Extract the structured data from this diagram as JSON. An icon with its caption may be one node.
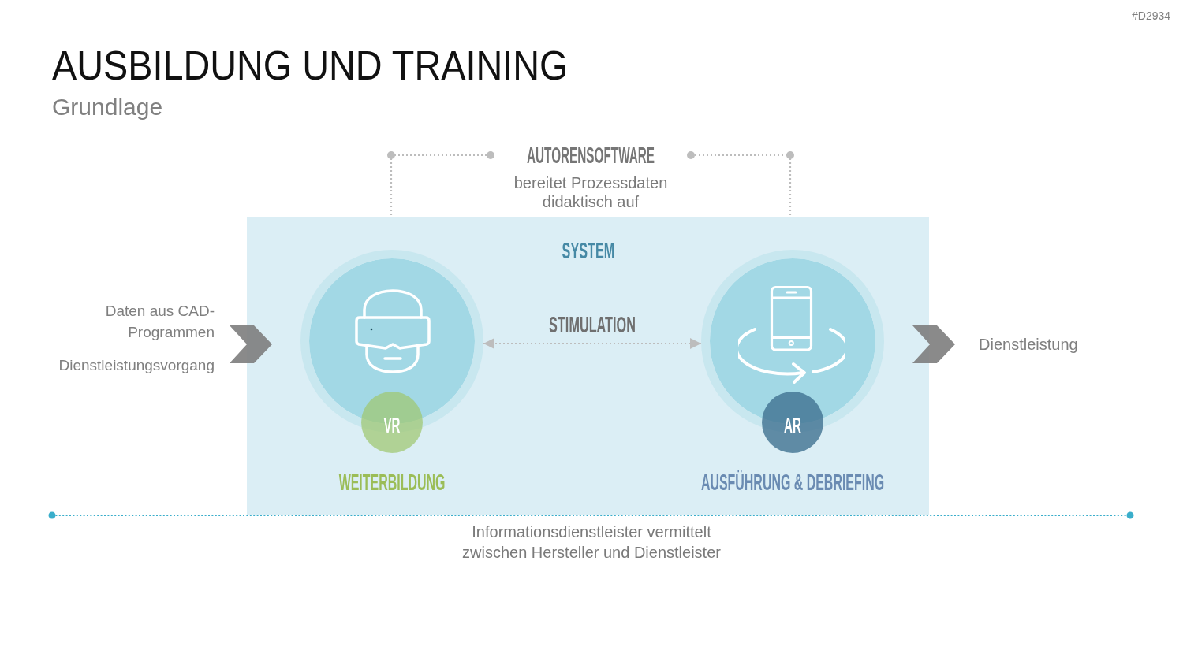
{
  "diagram": {
    "title": "AUSBILDUNG UND TRAINING",
    "nodes": [
      {
        "text": [
          "AUTORENSOFTWARE",
          "bereitet Prozessdaten didaktisch auf"
        ]
      },
      {
        "text": [
          "Daten aus CAD-Programmen",
          "Dienstleistungsvorgang"
        ]
      },
      {
        "text": [
          "SYSTEM"
        ]
      },
      {
        "text": [],
        "shape": "circle",
        "in": 2
      },
      {
        "text": [
          "VR"
        ],
        "in": 2,
        "beside": [
          "WEITERBILDUNG"
        ]
      },
      {
        "text": [],
        "shape": "circle",
        "in": 2
      },
      {
        "text": [
          "AR"
        ],
        "in": 2,
        "beside": [
          "AUSFÜHRUNG & DEBRIEFING"
        ]
      },
      {
        "text": [
          "Dienstleistung"
        ]
      }
    ],
    "edges": [
      {
        "from": 0,
        "to": 2,
        "arrow": "other",
        "style": "dashed"
      },
      {
        "from": 0,
        "to": 2,
        "arrow": "other",
        "style": "dashed"
      },
      {
        "from": 1,
        "to": 2,
        "arrow": "to",
        "style": "thick"
      },
      {
        "from": 3,
        "to": 5,
        "arrow": "both",
        "style": "dashed",
        "label": "STIMULATION"
      },
      {
        "from": 2,
        "to": 7,
        "arrow": "to",
        "style": "thick"
      }
    ],
    "labels": [
      "#D2934",
      "Grundlage",
      "Informationsdienstleister vermittelt zwischen Hersteller und Dienstleister"
    ]
  }
}
